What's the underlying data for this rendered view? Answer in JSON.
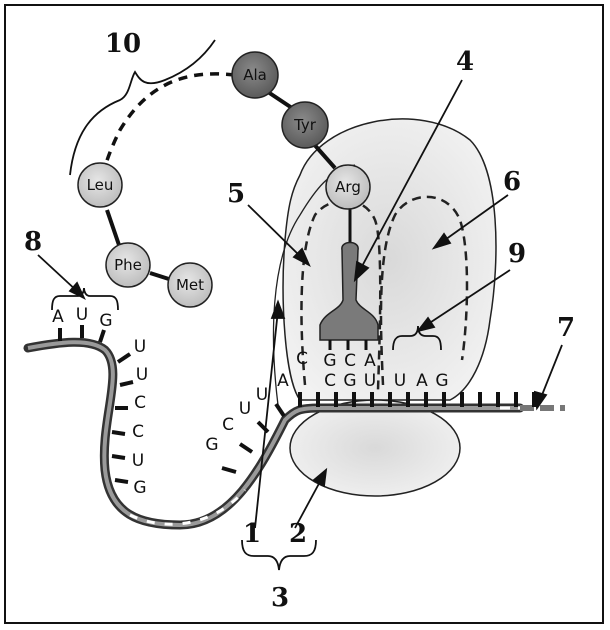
{
  "amino_acids": {
    "ala": "Ala",
    "tyr": "Tyr",
    "arg": "Arg",
    "leu": "Leu",
    "phe": "Phe",
    "met": "Met"
  },
  "mrna_bases": {
    "aug_a": "A",
    "aug_u": "U",
    "aug_g": "G",
    "s1": "U",
    "s2": "U",
    "s3": "C",
    "s4": "C",
    "s5": "U",
    "s6": "G",
    "g1": "G",
    "g2": "C",
    "g3": "U",
    "g4": "U",
    "g5": "A",
    "g6": "C",
    "codon_c": "C",
    "codon_g": "G",
    "codon_u": "U",
    "stop_u": "U",
    "stop_a": "A",
    "stop_g": "G"
  },
  "anticodon": {
    "a1": "G",
    "a2": "C",
    "a3": "A"
  },
  "labels": {
    "n1": "1",
    "n2": "2",
    "n3": "3",
    "n4": "4",
    "n5": "5",
    "n6": "6",
    "n7": "7",
    "n8": "8",
    "n9": "9",
    "n10": "10"
  },
  "colors": {
    "dark_bead": "#6e6e6e",
    "light_bead": "#d8d8d8",
    "ribosome": "#ececec",
    "trna": "#7a7a7a",
    "line": "#111111"
  }
}
